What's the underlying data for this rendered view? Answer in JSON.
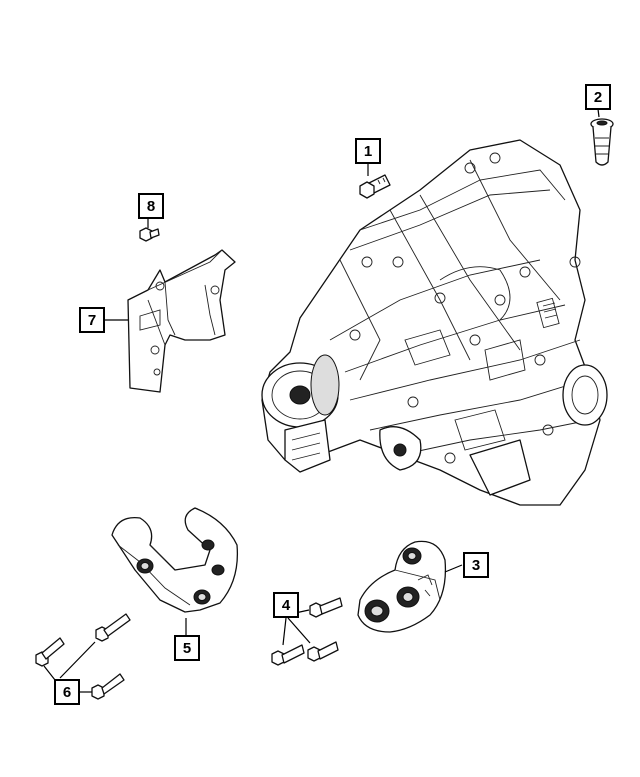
{
  "callouts": [
    {
      "id": "1",
      "label": "1",
      "part": "transfer-case-mounting-bolt"
    },
    {
      "id": "2",
      "label": "2",
      "part": "fill-drain-plug"
    },
    {
      "id": "3",
      "label": "3",
      "part": "isolator-right"
    },
    {
      "id": "4",
      "label": "4",
      "part": "isolator-bolts"
    },
    {
      "id": "5",
      "label": "5",
      "part": "isolator-left"
    },
    {
      "id": "6",
      "label": "6",
      "part": "isolator-bolts-left"
    },
    {
      "id": "7",
      "label": "7",
      "part": "bracket"
    },
    {
      "id": "8",
      "label": "8",
      "part": "bracket-bolt"
    }
  ]
}
